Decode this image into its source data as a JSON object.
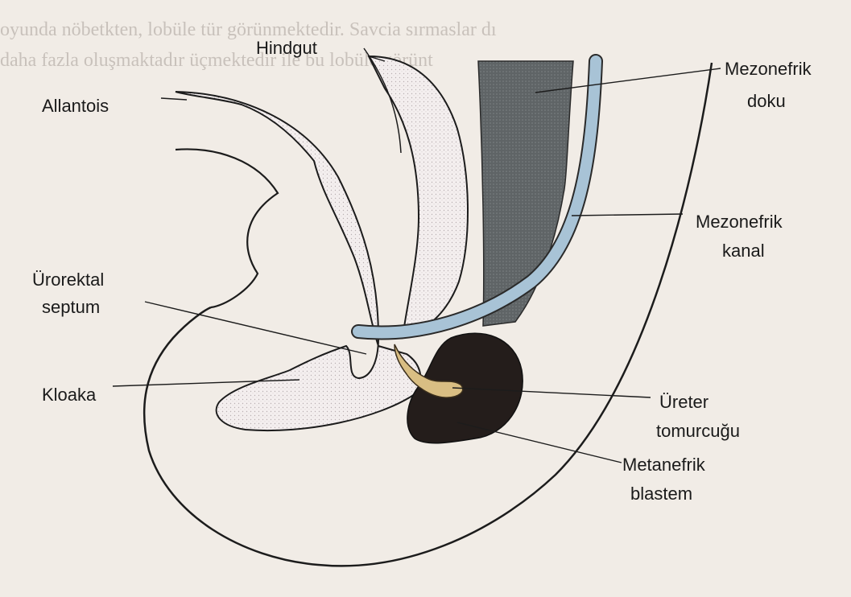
{
  "background_text": {
    "line1": "oyunda nöbetkten, lobüle tür görünmektedir. Savcia sırmaslar dı",
    "line2": "daha fazla oluşmaktadır üçmektedir ile bu lobüle görünt"
  },
  "labels": {
    "hindgut": "Hindgut",
    "allantois": "Allantois",
    "mezonefrik_doku_1": "Mezonefrik",
    "mezonefrik_doku_2": "doku",
    "mezonefrik_kanal_1": "Mezonefrik",
    "mezonefrik_kanal_2": "kanal",
    "urorektal_1": "Ürorektal",
    "urorektal_2": "septum",
    "kloaka": "Kloaka",
    "ureter_1": "Üreter",
    "ureter_2": "tomurcuğu",
    "metanefrik_1": "Metanefrik",
    "metanefrik_2": "blastem"
  },
  "colors": {
    "tissue_fill": "#f3eeee",
    "dark_gray_tissue": "#5c6163",
    "duct_blue": "#a8c3d6",
    "ureter_bud": "#d9be83",
    "blastema": "#241d1b",
    "outline": "#1c1c1c"
  }
}
